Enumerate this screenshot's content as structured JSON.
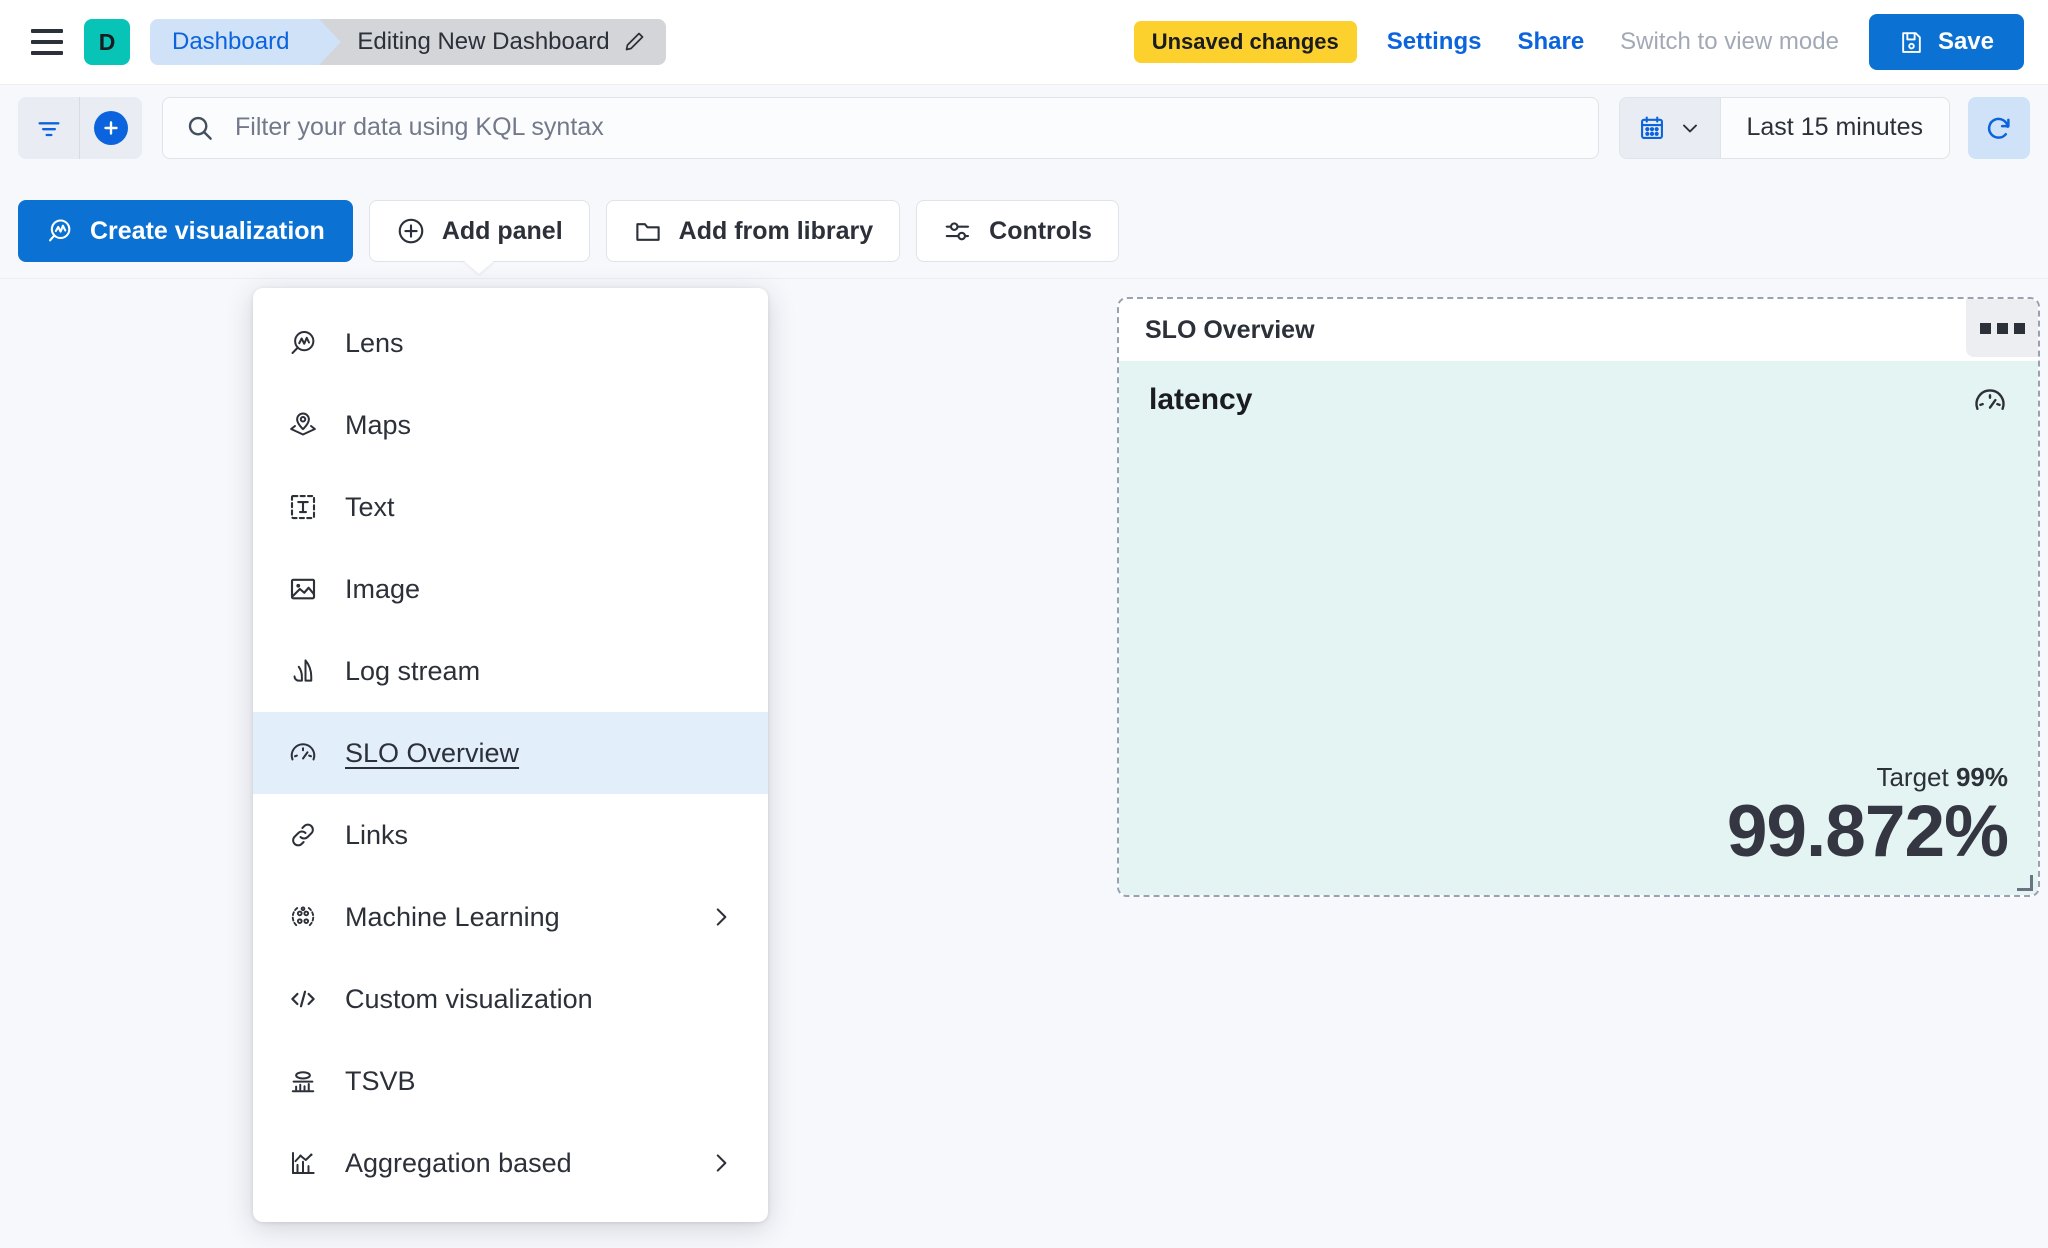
{
  "topnav": {
    "menu_icon": "hamburger-menu-icon",
    "space_initial": "D",
    "breadcrumbs": [
      {
        "label": "Dashboard",
        "icon": null
      },
      {
        "label": "Editing New Dashboard",
        "icon": "pencil-icon"
      }
    ],
    "unsaved_badge": "Unsaved changes",
    "settings_label": "Settings",
    "share_label": "Share",
    "view_mode_label": "Switch to view mode",
    "save_label": "Save",
    "save_icon": "save-disk-icon",
    "colors": {
      "space_avatar": "#07c4b6",
      "crumb_active": "#cfe2f7",
      "crumb_current": "#d3d5d9",
      "unsaved": "#fcd02d",
      "primary": "#0b72d4",
      "link": "#0b64dd"
    }
  },
  "querybar": {
    "filter_icon": "filter-icon",
    "add_filter_icon": "plus-circle-icon",
    "search_icon": "search-icon",
    "search_value": "",
    "search_placeholder": "Filter your data using KQL syntax",
    "calendar_icon": "calendar-icon",
    "dropdown_icon": "chevron-down-icon",
    "date_range": "Last 15 minutes",
    "refresh_icon": "refresh-icon"
  },
  "toolbar": {
    "create_visualization": "Create visualization",
    "create_visualization_icon": "lens-icon",
    "add_panel": "Add panel",
    "add_panel_icon": "plus-circle-outline-icon",
    "add_from_library": "Add from library",
    "add_from_library_icon": "folder-icon",
    "controls": "Controls",
    "controls_icon": "sliders-icon"
  },
  "add_panel_menu": {
    "selected": "SLO Overview",
    "items": [
      {
        "label": "Lens",
        "icon": "lens-icon",
        "has_submenu": false
      },
      {
        "label": "Maps",
        "icon": "map-marker-icon",
        "has_submenu": false
      },
      {
        "label": "Text",
        "icon": "text-box-icon",
        "has_submenu": false
      },
      {
        "label": "Image",
        "icon": "image-icon",
        "has_submenu": false
      },
      {
        "label": "Log stream",
        "icon": "log-stream-icon",
        "has_submenu": false
      },
      {
        "label": "SLO Overview",
        "icon": "gauge-icon",
        "has_submenu": false
      },
      {
        "label": "Links",
        "icon": "link-icon",
        "has_submenu": false
      },
      {
        "label": "Machine Learning",
        "icon": "machine-learning-icon",
        "has_submenu": true
      },
      {
        "label": "Custom visualization",
        "icon": "code-icon",
        "has_submenu": false
      },
      {
        "label": "TSVB",
        "icon": "tsvb-chart-icon",
        "has_submenu": false
      },
      {
        "label": "Aggregation based",
        "icon": "aggregation-chart-icon",
        "has_submenu": true
      }
    ]
  },
  "slo_panel": {
    "title": "SLO Overview",
    "context_menu_icon": "context-menu-icon",
    "metric_name": "latency",
    "gauge_icon": "gauge-icon",
    "target_label": "Target",
    "target_value": "99%",
    "sli_value": "99.872%",
    "colors": {
      "body_background": "#e4f4f3",
      "value_text": "#343741",
      "border": "#98a2b3"
    }
  }
}
